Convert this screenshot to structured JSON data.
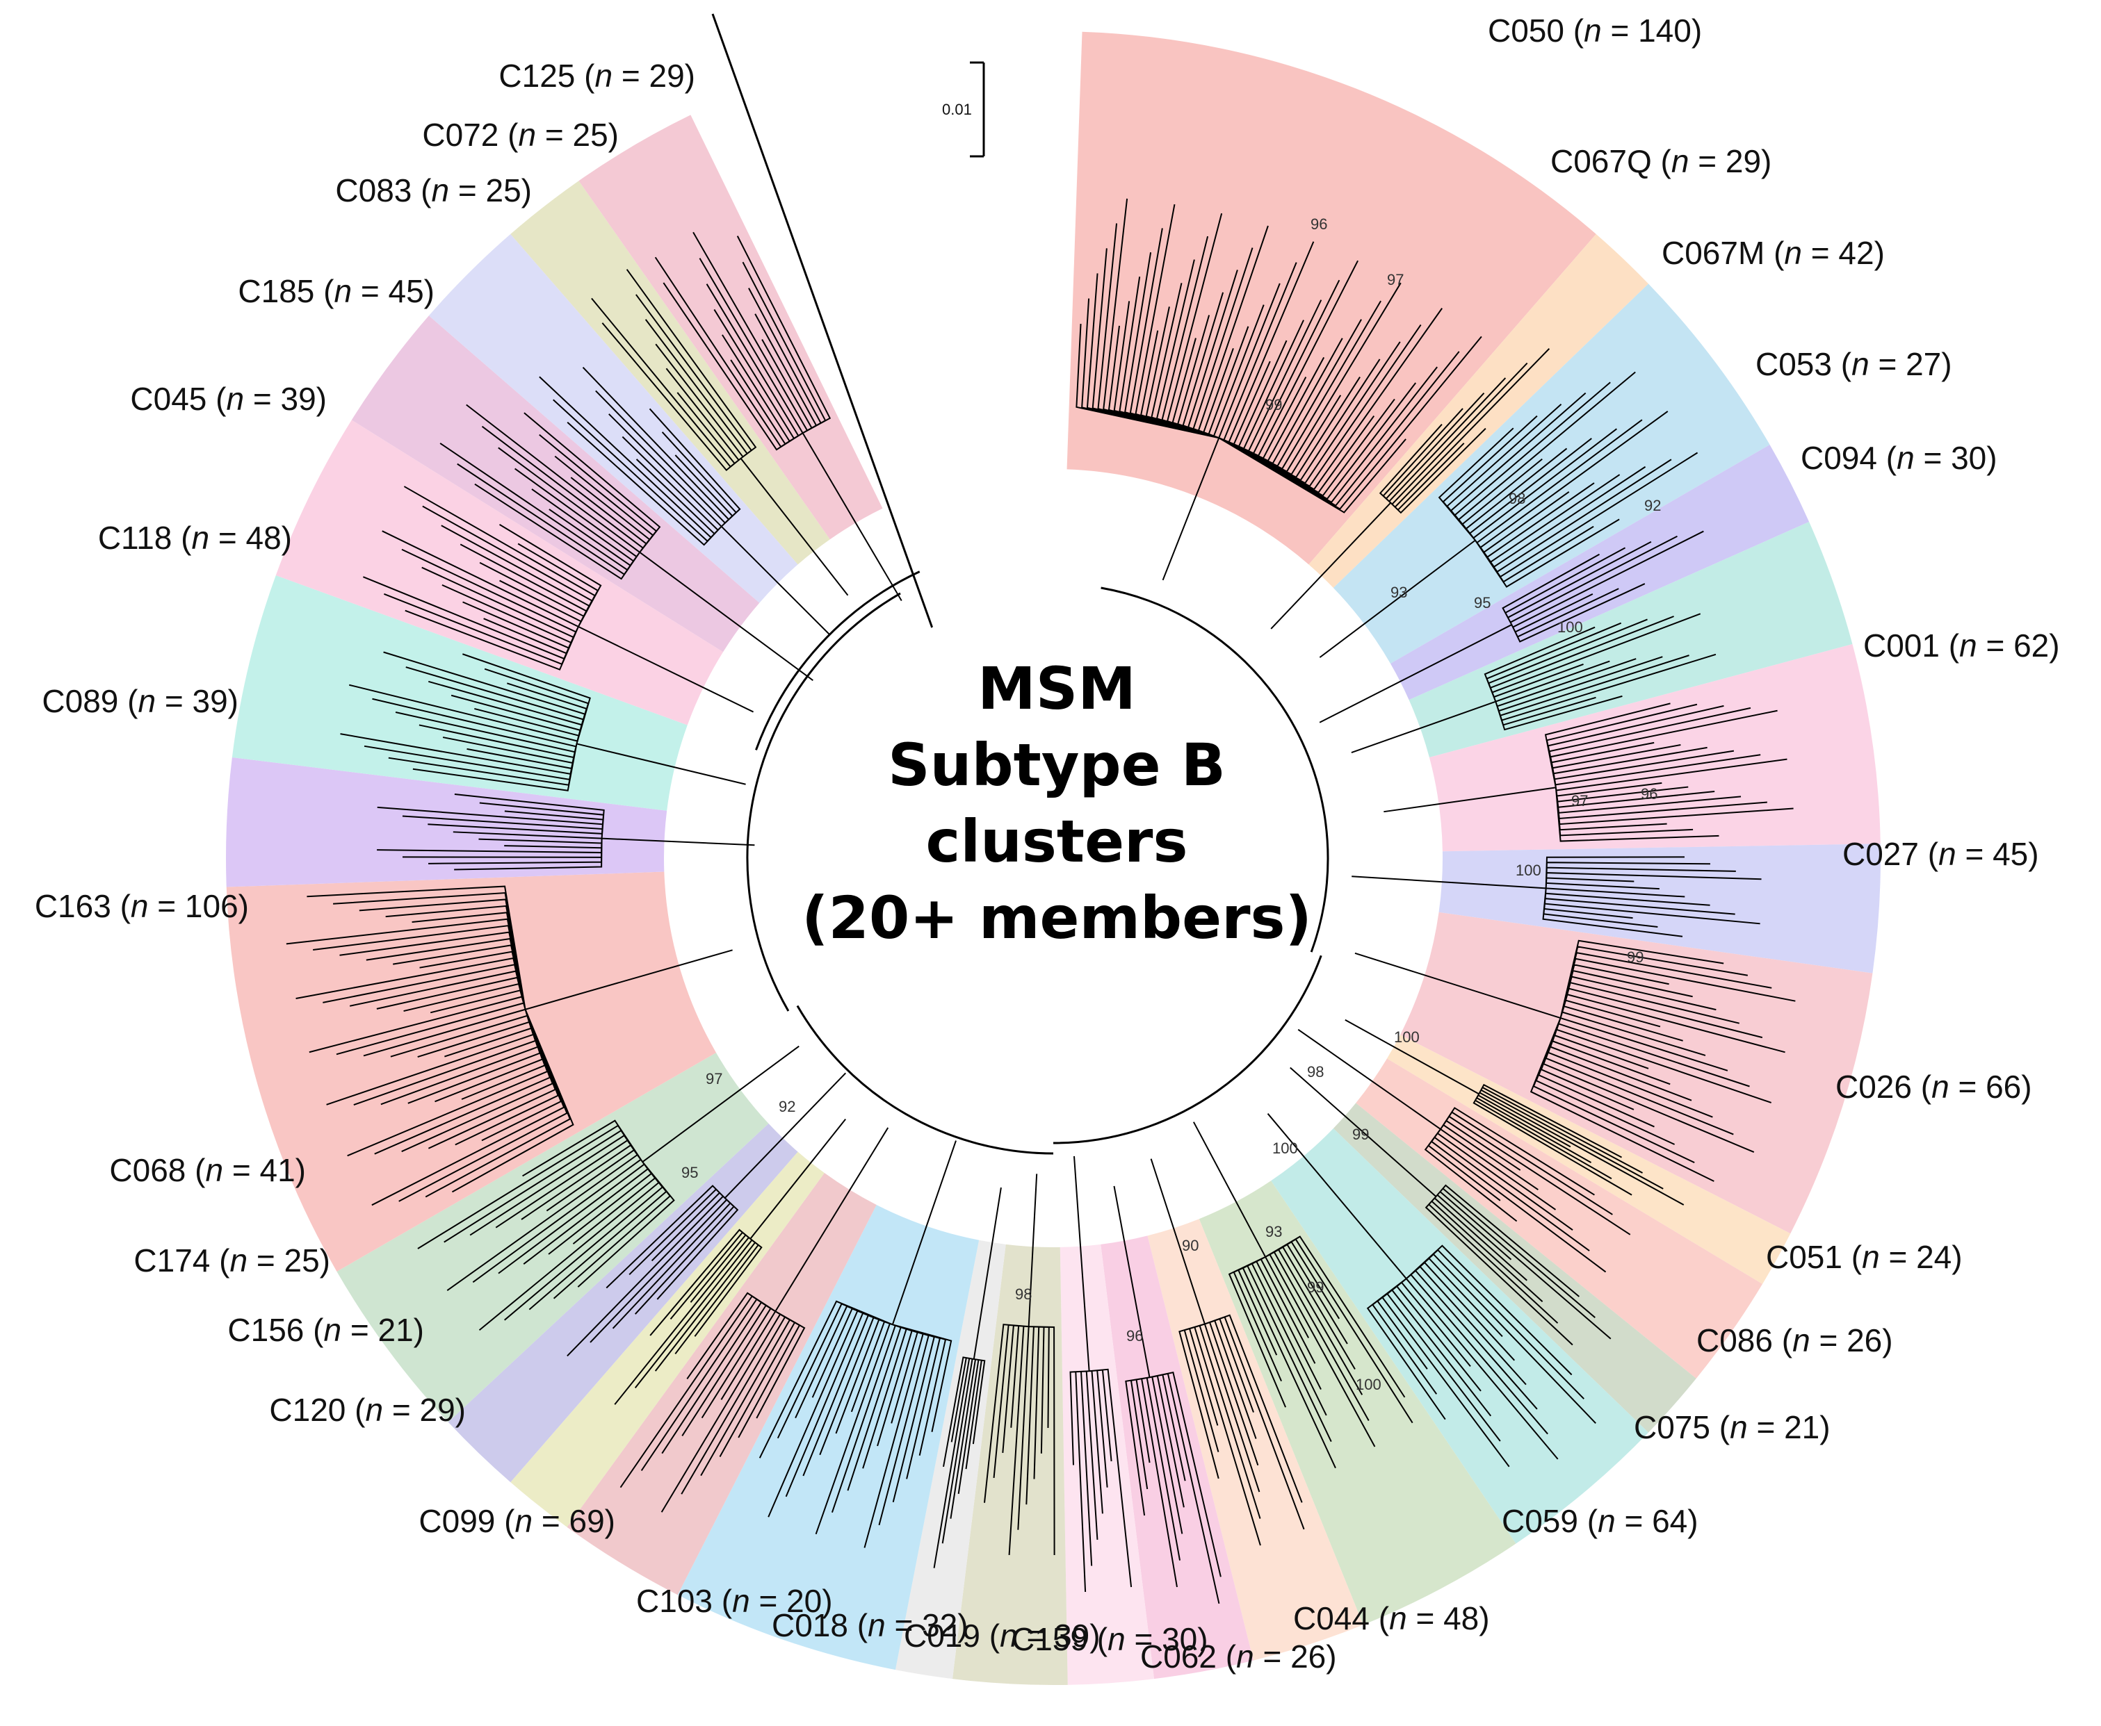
{
  "center_title": [
    "MSM",
    "Subtype B",
    "clusters",
    "(20+ members)"
  ],
  "scale_bar_label": "0.01",
  "clusters": [
    {
      "id": "C050",
      "n": "140",
      "color": "#f9c4c1"
    },
    {
      "id": "C067Q",
      "n": "29",
      "color": "#fde0c4"
    },
    {
      "id": "C067M",
      "n": "42",
      "color": "#c4e4f3"
    },
    {
      "id": "C053",
      "n": "27",
      "color": "#cfc9f6"
    },
    {
      "id": "C094",
      "n": "30",
      "color": "#c2ece6"
    },
    {
      "id": "C001",
      "n": "62",
      "color": "#fbd4e6"
    },
    {
      "id": "C027",
      "n": "45",
      "color": "#d5d6f8"
    },
    {
      "id": "C026",
      "n": "66",
      "color": "#f8cdd3"
    },
    {
      "id": "C051",
      "n": "24",
      "color": "#fde4c8"
    },
    {
      "id": "C086",
      "n": "26",
      "color": "#fbd0cb"
    },
    {
      "id": "C075",
      "n": "21",
      "color": "#d2dccb"
    },
    {
      "id": "C059",
      "n": "64",
      "color": "#c2ebe8"
    },
    {
      "id": "C044",
      "n": "48",
      "color": "#d6e6cc"
    },
    {
      "id": "C062",
      "n": "26",
      "color": "#fde2d4"
    },
    {
      "id": "C159",
      "n": "30",
      "color": "#f9cfe4"
    },
    {
      "id": "C019",
      "n": "39",
      "color": "#fde4f0"
    },
    {
      "id": "C018",
      "n": "32",
      "color": "#e2e2cc"
    },
    {
      "id": "C103",
      "n": "20",
      "color": "#ececec"
    },
    {
      "id": "C099",
      "n": "69",
      "color": "#c2e6f7"
    },
    {
      "id": "C120",
      "n": "29",
      "color": "#f1c9cc"
    },
    {
      "id": "C156",
      "n": "21",
      "color": "#ececc6"
    },
    {
      "id": "C174",
      "n": "25",
      "color": "#cdcbec"
    },
    {
      "id": "C068",
      "n": "41",
      "color": "#cfe5d1"
    },
    {
      "id": "C163",
      "n": "106",
      "color": "#f9c6c4"
    },
    {
      "id": "C089",
      "n": "39",
      "color": "#dcc7f6"
    },
    {
      "id": "C118",
      "n": "48",
      "color": "#c3f1ea"
    },
    {
      "id": "C045",
      "n": "39",
      "color": "#fbd2e4"
    },
    {
      "id": "C185",
      "n": "45",
      "color": "#ecc8e2"
    },
    {
      "id": "C083",
      "n": "25",
      "color": "#dcdef8"
    },
    {
      "id": "C072",
      "n": "25",
      "color": "#e6e6c6"
    },
    {
      "id": "C125",
      "n": "29",
      "color": "#f4c9d4"
    }
  ],
  "support_values": [
    "99",
    "97",
    "96",
    "98",
    "100",
    "92",
    "93",
    "95",
    "100",
    "99",
    "100",
    "96",
    "97",
    "98",
    "99",
    "100",
    "93",
    "90",
    "96",
    "98",
    "99",
    "100",
    "97",
    "95",
    "92"
  ]
}
